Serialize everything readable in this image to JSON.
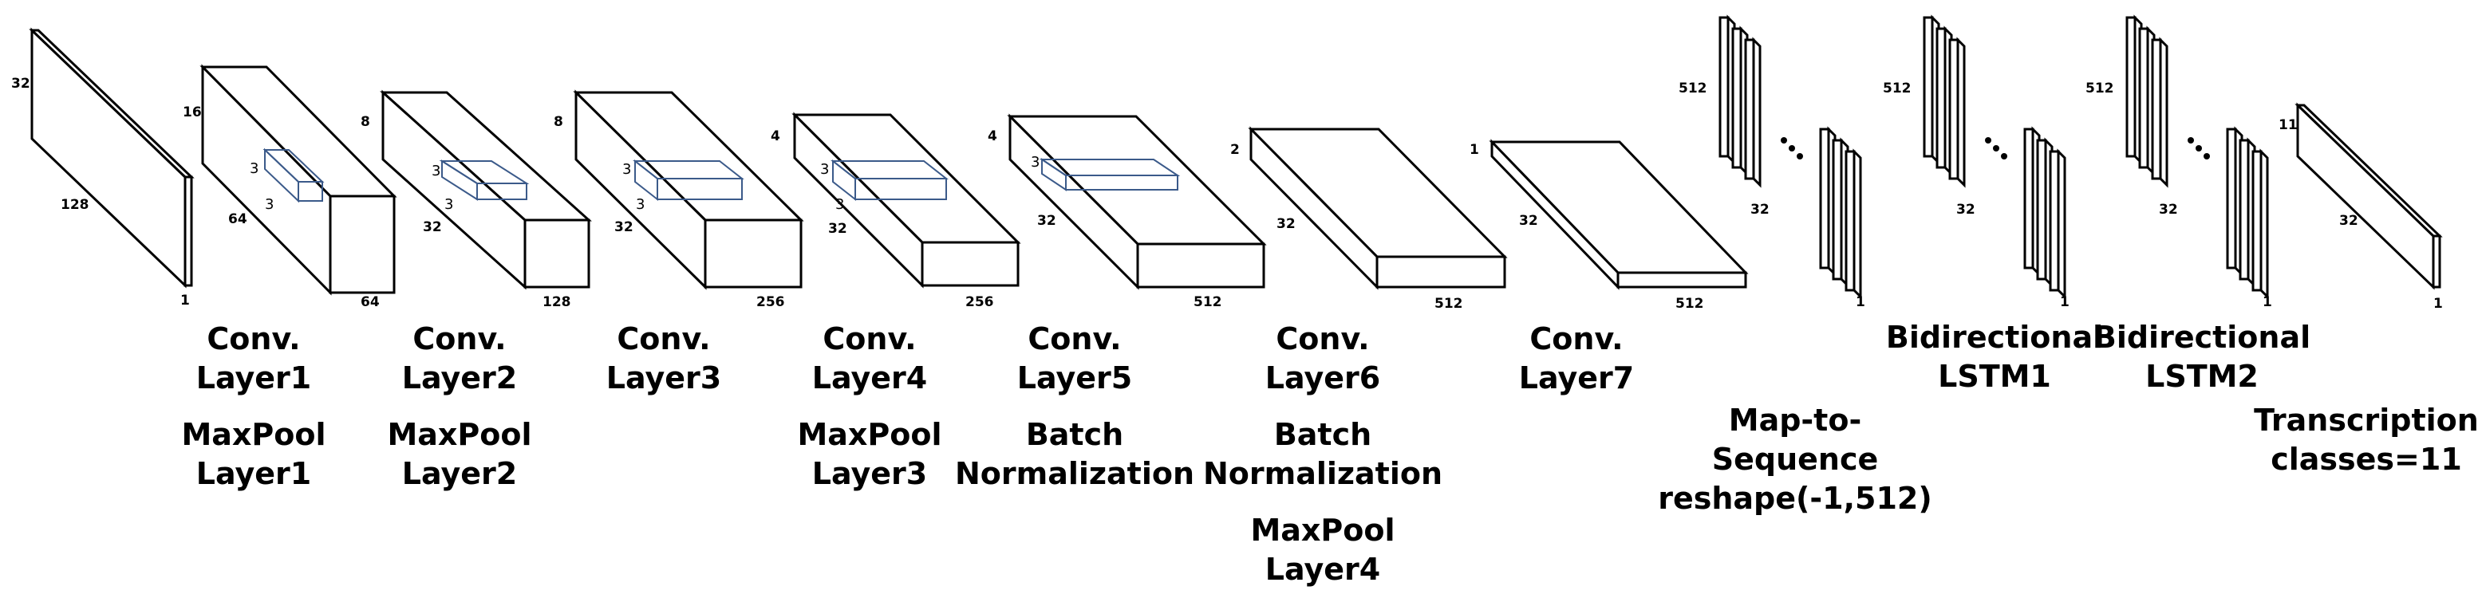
{
  "layers": [
    {
      "id": "input",
      "dims": {
        "depth": "32",
        "length": "128",
        "channels": "1"
      },
      "caption": []
    },
    {
      "id": "conv1",
      "dims": {
        "depth": "16",
        "length": "64",
        "channels": "64"
      },
      "kernel": {
        "h": "3",
        "w": "3"
      },
      "caption": [
        [
          "Conv.",
          "Layer1"
        ],
        [
          "MaxPool",
          "Layer1"
        ]
      ]
    },
    {
      "id": "conv2",
      "dims": {
        "depth": "8",
        "length": "32",
        "channels": "128"
      },
      "kernel": {
        "h": "3",
        "w": "3"
      },
      "caption": [
        [
          "Conv.",
          "Layer2"
        ],
        [
          "MaxPool",
          "Layer2"
        ]
      ]
    },
    {
      "id": "conv3",
      "dims": {
        "depth": "8",
        "length": "32",
        "channels": "256"
      },
      "kernel": {
        "h": "3",
        "w": "3"
      },
      "caption": [
        [
          "Conv.",
          "Layer3"
        ]
      ]
    },
    {
      "id": "conv4",
      "dims": {
        "depth": "4",
        "length": "32",
        "channels": "256"
      },
      "kernel": {
        "h": "3",
        "w": "3"
      },
      "caption": [
        [
          "Conv.",
          "Layer4"
        ],
        [
          "MaxPool",
          "Layer3"
        ]
      ]
    },
    {
      "id": "conv5",
      "dims": {
        "depth": "4",
        "length": "32",
        "channels": "512"
      },
      "kernel": {
        "h": "3",
        "w": ""
      },
      "caption": [
        [
          "Conv.",
          "Layer5"
        ],
        [
          "Batch",
          "Normalization"
        ]
      ]
    },
    {
      "id": "conv6",
      "dims": {
        "depth": "2",
        "length": "32",
        "channels": "512"
      },
      "caption": [
        [
          "Conv.",
          "Layer6"
        ],
        [
          "Batch",
          "Normalization"
        ],
        [
          "MaxPool",
          "Layer4"
        ]
      ]
    },
    {
      "id": "conv7",
      "dims": {
        "depth": "1",
        "length": "32",
        "channels": "512"
      },
      "caption": [
        [
          "Conv.",
          "Layer7"
        ]
      ]
    }
  ],
  "sequence_blocks": [
    {
      "id": "map2seq",
      "dims": {
        "units": "512",
        "steps": "32",
        "depth": "1"
      },
      "ellipsis": "…",
      "caption": [
        "Map-to-",
        "Sequence",
        "reshape(-1,512)"
      ]
    },
    {
      "id": "lstm1",
      "dims": {
        "units": "512",
        "steps": "32",
        "depth": "1"
      },
      "ellipsis": "…",
      "caption": [
        "Bidirectional",
        "LSTM1"
      ]
    },
    {
      "id": "lstm2",
      "dims": {
        "units": "512",
        "steps": "32",
        "depth": "1"
      },
      "ellipsis": "…",
      "caption": [
        "Bidirectional",
        "LSTM2"
      ]
    }
  ],
  "output": {
    "dims": {
      "classes": "11",
      "steps": "32",
      "depth": "1"
    },
    "caption": [
      "Transcription",
      "classes=11"
    ]
  },
  "colors": {
    "stroke": "#000000",
    "kernel": "#3b5a8a",
    "background": "#ffffff"
  }
}
